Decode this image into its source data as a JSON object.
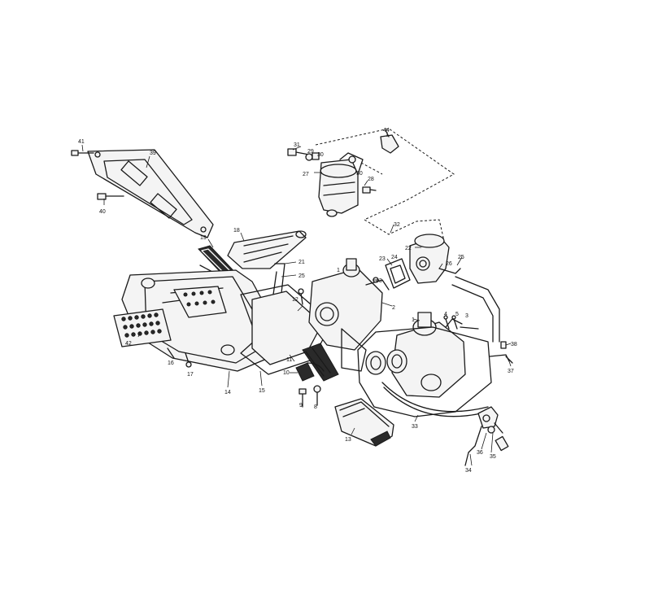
{
  "diagram": {
    "callouts": [
      {
        "id": "c41",
        "text": "41"
      },
      {
        "id": "c39",
        "text": "39"
      },
      {
        "id": "c40",
        "text": "40"
      },
      {
        "id": "c31",
        "text": "31"
      },
      {
        "id": "c29",
        "text": "29"
      },
      {
        "id": "c30a",
        "text": "30"
      },
      {
        "id": "c27",
        "text": "27"
      },
      {
        "id": "c30b",
        "text": "30"
      },
      {
        "id": "c28",
        "text": "28"
      },
      {
        "id": "c44",
        "text": "44"
      },
      {
        "id": "c32",
        "text": "32"
      },
      {
        "id": "c22",
        "text": "22"
      },
      {
        "id": "c19",
        "text": "19"
      },
      {
        "id": "c18",
        "text": "18"
      },
      {
        "id": "c21",
        "text": "21"
      },
      {
        "id": "c25a",
        "text": "25"
      },
      {
        "id": "c23",
        "text": "23"
      },
      {
        "id": "c24",
        "text": "24"
      },
      {
        "id": "c26",
        "text": "26"
      },
      {
        "id": "c25b",
        "text": "25"
      },
      {
        "id": "c43",
        "text": "43"
      },
      {
        "id": "c12",
        "text": "12"
      },
      {
        "id": "c1a",
        "text": "1"
      },
      {
        "id": "c2",
        "text": "2"
      },
      {
        "id": "c4",
        "text": "4"
      },
      {
        "id": "c5",
        "text": "5"
      },
      {
        "id": "c3",
        "text": "3"
      },
      {
        "id": "c1b",
        "text": "1"
      },
      {
        "id": "c42",
        "text": "42"
      },
      {
        "id": "c16",
        "text": "16"
      },
      {
        "id": "c17",
        "text": "17"
      },
      {
        "id": "c11",
        "text": "11"
      },
      {
        "id": "c10",
        "text": "10"
      },
      {
        "id": "c14",
        "text": "14"
      },
      {
        "id": "c15",
        "text": "15"
      },
      {
        "id": "c9",
        "text": "9"
      },
      {
        "id": "c8",
        "text": "8"
      },
      {
        "id": "c13",
        "text": "13"
      },
      {
        "id": "c33",
        "text": "33"
      },
      {
        "id": "c38",
        "text": "38"
      },
      {
        "id": "c37",
        "text": "37"
      },
      {
        "id": "c36",
        "text": "36"
      },
      {
        "id": "c35",
        "text": "35"
      },
      {
        "id": "c34",
        "text": "34"
      }
    ]
  }
}
